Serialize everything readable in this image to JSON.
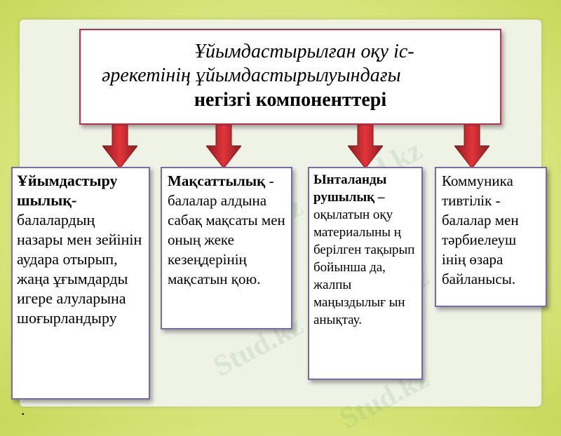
{
  "title": {
    "line1": "Ұйымдастырылған оқу іс-",
    "line2": "әрекетінің ұйымдастырылуындағы",
    "line3": "негізгі компоненттері"
  },
  "boxes": [
    {
      "bold": "Ұйымдастыру шылық-",
      "text": "балалардың назары мен зейінін аудара отырып, жаңа ұғымдарды игере алуларына шоғырландыру",
      "overflow": "."
    },
    {
      "bold": "Мақсаттылық",
      "text": "- балалар алдына сабақ мақсаты мен оның жеке кезеңдерінің мақсатын қою."
    },
    {
      "bold": "Ынталанды рушылық –",
      "text": "оқылатын оқу материалыны ң берілген тақырып бойынша да, жалпы маңыздылығ ын анықтау."
    },
    {
      "bold": "",
      "text": "Коммуника тивтілік - балалар мен тәрбиелеуш інің өзара байланысы."
    }
  ],
  "watermark": "Stud.kz",
  "colors": {
    "title_border": "#c0304a",
    "box_border": "#7b6aa8",
    "arrow": "#c8262f",
    "background": "#d6e47a"
  }
}
